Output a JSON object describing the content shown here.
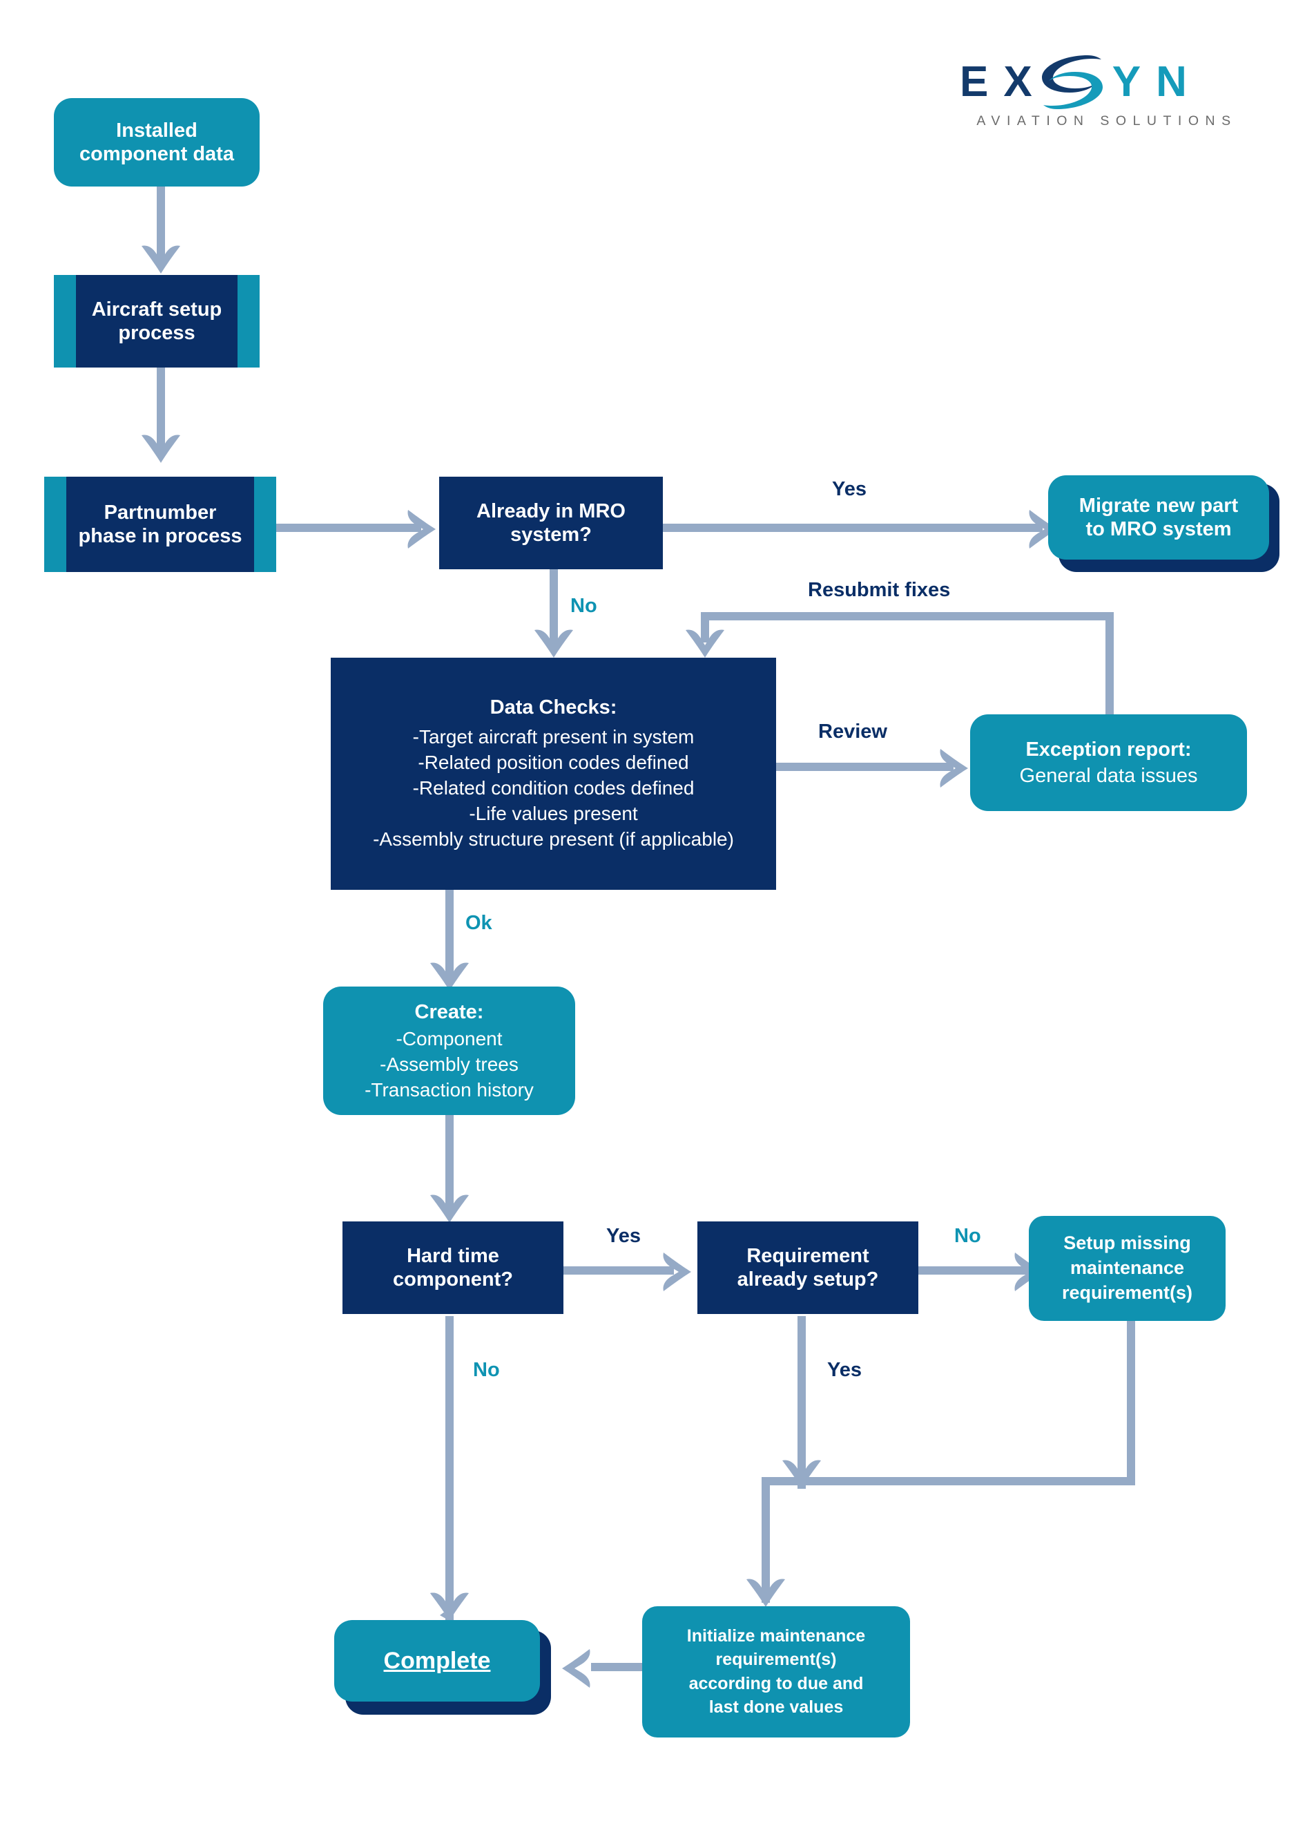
{
  "logo": {
    "letters": [
      "E",
      "X",
      "Y",
      "N"
    ],
    "swoosh_icon": "s-swoosh-icon",
    "tagline": "AVIATION SOLUTIONS",
    "navy": "#133A6B",
    "teal": "#159BBA"
  },
  "palette": {
    "teal": "#0F92B0",
    "navy": "#0A2E66",
    "connector": "#95AAC6",
    "label_navy": "#0A2E66",
    "label_teal": "#0E93B2",
    "background": "#FFFFFF"
  },
  "chart_data": {
    "type": "diagram",
    "title": "Installed component data migration flow",
    "nodes": [
      {
        "id": "installed",
        "shape": "terminator",
        "style": "teal",
        "lines": [
          "Installed",
          "component data"
        ]
      },
      {
        "id": "acsetup",
        "shape": "predefined-process",
        "style": "navy",
        "lines": [
          "Aircraft setup",
          "process"
        ]
      },
      {
        "id": "partnumber",
        "shape": "predefined-process",
        "style": "navy",
        "lines": [
          "Partnumber",
          "phase in process"
        ]
      },
      {
        "id": "alreadymro",
        "shape": "decision",
        "style": "navy",
        "lines": [
          "Already in MRO",
          "system?"
        ]
      },
      {
        "id": "migrate",
        "shape": "terminator",
        "style": "teal",
        "lines": [
          "Migrate new part",
          "to MRO system"
        ]
      },
      {
        "id": "datachecks",
        "shape": "process",
        "style": "navy",
        "lines": [
          "Data Checks:",
          "-Target aircraft present in system",
          "-Related position codes defined",
          "-Related condition codes defined",
          "-Life values present",
          "-Assembly structure present (if applicable)"
        ]
      },
      {
        "id": "exception",
        "shape": "process",
        "style": "teal",
        "lines": [
          "Exception report:",
          "General data issues"
        ]
      },
      {
        "id": "create",
        "shape": "process",
        "style": "teal",
        "lines": [
          "Create:",
          "-Component",
          "-Assembly trees",
          "-Transaction history"
        ]
      },
      {
        "id": "hardtime",
        "shape": "decision",
        "style": "navy",
        "lines": [
          "Hard time",
          "component?"
        ]
      },
      {
        "id": "reqsetup",
        "shape": "decision",
        "style": "navy",
        "lines": [
          "Requirement",
          "already setup?"
        ]
      },
      {
        "id": "setupmissing",
        "shape": "process",
        "style": "teal",
        "lines": [
          "Setup missing",
          "maintenance",
          "requirement(s)"
        ]
      },
      {
        "id": "initialize",
        "shape": "process",
        "style": "teal",
        "lines": [
          "Initialize maintenance",
          "requirement(s)",
          "according to due and",
          "last done values"
        ]
      },
      {
        "id": "complete",
        "shape": "terminator",
        "style": "teal",
        "lines": [
          "Complete"
        ]
      }
    ],
    "edges": [
      {
        "from": "installed",
        "to": "acsetup",
        "label": ""
      },
      {
        "from": "acsetup",
        "to": "partnumber",
        "label": ""
      },
      {
        "from": "partnumber",
        "to": "alreadymro",
        "label": ""
      },
      {
        "from": "alreadymro",
        "to": "migrate",
        "label": "Yes",
        "label_color": "navy"
      },
      {
        "from": "alreadymro",
        "to": "datachecks",
        "label": "No",
        "label_color": "teal"
      },
      {
        "from": "datachecks",
        "to": "exception",
        "label": "Review",
        "label_color": "navy"
      },
      {
        "from": "exception",
        "to": "datachecks",
        "label": "Resubmit fixes",
        "label_color": "navy"
      },
      {
        "from": "datachecks",
        "to": "create",
        "label": "Ok",
        "label_color": "teal"
      },
      {
        "from": "create",
        "to": "hardtime",
        "label": ""
      },
      {
        "from": "hardtime",
        "to": "reqsetup",
        "label": "Yes",
        "label_color": "navy"
      },
      {
        "from": "hardtime",
        "to": "complete",
        "label": "No",
        "label_color": "teal"
      },
      {
        "from": "reqsetup",
        "to": "setupmissing",
        "label": "No",
        "label_color": "teal"
      },
      {
        "from": "reqsetup",
        "to": "initialize",
        "label": "Yes",
        "label_color": "navy"
      },
      {
        "from": "setupmissing",
        "to": "initialize",
        "label": ""
      },
      {
        "from": "initialize",
        "to": "complete",
        "label": ""
      }
    ]
  },
  "nodes": {
    "installed": {
      "l1": "Installed",
      "l2": "component data"
    },
    "acsetup": {
      "l1": "Aircraft setup",
      "l2": "process"
    },
    "partnumber": {
      "l1": "Partnumber",
      "l2": "phase in process"
    },
    "alreadymro": {
      "l1": "Already in MRO",
      "l2": "system?"
    },
    "migrate": {
      "l1": "Migrate new part",
      "l2": "to MRO system"
    },
    "datachecks": {
      "title": "Data Checks:",
      "i1": "-Target aircraft present in system",
      "i2": "-Related position codes defined",
      "i3": "-Related condition codes defined",
      "i4": "-Life values present",
      "i5": "-Assembly structure present (if applicable)"
    },
    "exception": {
      "title": "Exception report:",
      "sub": "General data issues"
    },
    "create": {
      "title": "Create:",
      "i1": "-Component",
      "i2": "-Assembly trees",
      "i3": "-Transaction history"
    },
    "hardtime": {
      "l1": "Hard time",
      "l2": "component?"
    },
    "reqsetup": {
      "l1": "Requirement",
      "l2": "already setup?"
    },
    "setupmissing": {
      "l1": "Setup missing",
      "l2": "maintenance",
      "l3": "requirement(s)"
    },
    "initialize": {
      "l1": "Initialize maintenance",
      "l2": "requirement(s)",
      "l3": "according to due and",
      "l4": "last done values"
    },
    "complete": {
      "l1": "Complete"
    }
  },
  "labels": {
    "yes_migrate": "Yes",
    "no_datachecks": "No",
    "review": "Review",
    "resubmit": "Resubmit fixes",
    "ok": "Ok",
    "yes_req": "Yes",
    "no_hardtime": "No",
    "no_setup": "No",
    "yes_initialize": "Yes"
  }
}
